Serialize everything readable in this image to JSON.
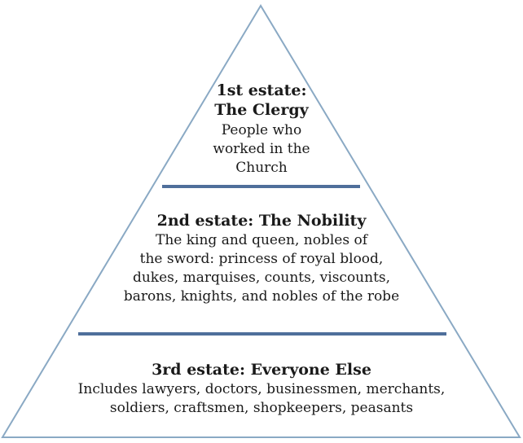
{
  "colors": {
    "outline": "#8aa9c4",
    "divider": "#4f6f9b",
    "text": "#1a1a1a",
    "background": "#ffffff"
  },
  "tiers": [
    {
      "title": "1st estate:\nThe Clergy",
      "description": "People who\nworked in the\nChurch"
    },
    {
      "title": "2nd estate: The Nobility",
      "description": "The king and queen, nobles of\nthe sword: princess of royal blood,\ndukes, marquises, counts, viscounts,\nbarons, knights, and nobles of the robe"
    },
    {
      "title": "3rd estate: Everyone Else",
      "description": "Includes lawyers, doctors, businessmen, merchants,\nsoldiers, craftsmen, shopkeepers, peasants"
    }
  ]
}
